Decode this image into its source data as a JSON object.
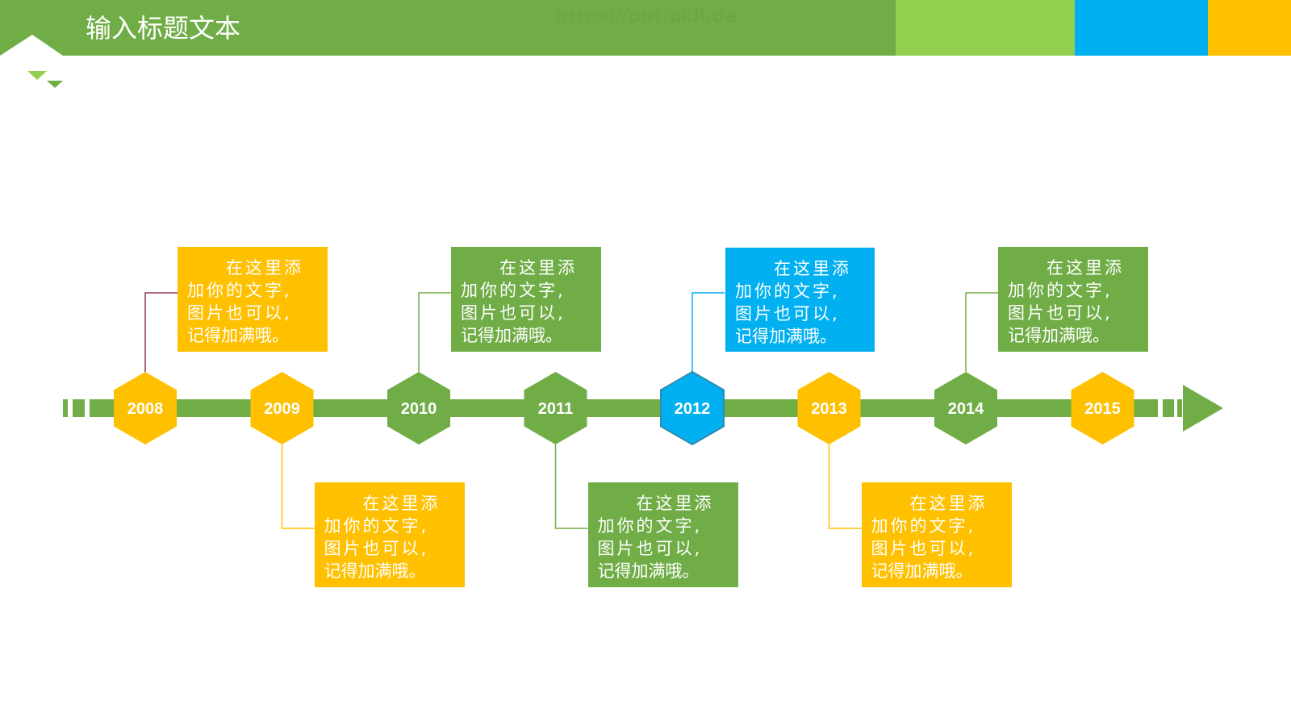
{
  "header": {
    "title": "输入标题文本",
    "watermark": "https://ppt.pkll.de"
  },
  "colors": {
    "green": "#70ad47",
    "light_green": "#92d050",
    "blue": "#00b0f0",
    "orange": "#ffc000",
    "line_dark_red": "#8b3a4a"
  },
  "timeline": {
    "years": [
      {
        "year": "2008",
        "color": "#ffc000"
      },
      {
        "year": "2009",
        "color": "#ffc000"
      },
      {
        "year": "2010",
        "color": "#70ad47"
      },
      {
        "year": "2011",
        "color": "#70ad47"
      },
      {
        "year": "2012",
        "color": "#00b0f0"
      },
      {
        "year": "2013",
        "color": "#ffc000"
      },
      {
        "year": "2014",
        "color": "#70ad47"
      },
      {
        "year": "2015",
        "color": "#ffc000"
      }
    ],
    "boxes": [
      {
        "year": "2008",
        "position": "above",
        "color": "#ffc000",
        "lines": [
          "在这里添",
          "加你的文字,",
          "图片也可以,",
          "记得加满哦。"
        ]
      },
      {
        "year": "2009",
        "position": "below",
        "color": "#ffc000",
        "lines": [
          "在这里添",
          "加你的文字,",
          "图片也可以,",
          "记得加满哦。"
        ]
      },
      {
        "year": "2010",
        "position": "above",
        "color": "#70ad47",
        "lines": [
          "在这里添",
          "加你的文字,",
          "图片也可以,",
          "记得加满哦。"
        ]
      },
      {
        "year": "2011",
        "position": "below",
        "color": "#70ad47",
        "lines": [
          "在这里添",
          "加你的文字,",
          "图片也可以,",
          "记得加满哦。"
        ]
      },
      {
        "year": "2012",
        "position": "above",
        "color": "#00b0f0",
        "lines": [
          "在这里添",
          "加你的文字,",
          "图片也可以,",
          "记得加满哦。"
        ]
      },
      {
        "year": "2013",
        "position": "below",
        "color": "#ffc000",
        "lines": [
          "在这里添",
          "加你的文字,",
          "图片也可以,",
          "记得加满哦。"
        ]
      },
      {
        "year": "2014",
        "position": "above",
        "color": "#70ad47",
        "lines": [
          "在这里添",
          "加你的文字,",
          "图片也可以,",
          "记得加满哦。"
        ]
      }
    ]
  }
}
